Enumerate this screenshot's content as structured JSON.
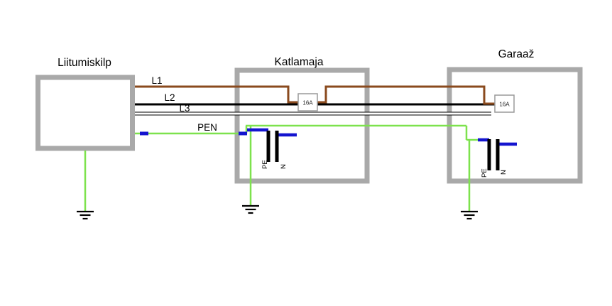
{
  "diagram": {
    "buildings": [
      {
        "label": "Liitumiskilp"
      },
      {
        "label": "Katlamaja"
      },
      {
        "label": "Garaaž"
      }
    ],
    "wires": [
      {
        "label": "L1"
      },
      {
        "label": "L2"
      },
      {
        "label": "L3"
      },
      {
        "label": "PEN"
      }
    ],
    "fuses": [
      {
        "label": "16A"
      },
      {
        "label": "16A"
      }
    ],
    "busbars": [
      {
        "pe": "PE",
        "n": "N"
      },
      {
        "pe": "PE",
        "n": "N"
      }
    ],
    "colors": {
      "building_border": "#a9a9a9",
      "l1_brown": "#8a4a1e",
      "l2_black": "#000000",
      "l3_white": "#ffffff",
      "l3_outline": "#000000",
      "pen_green": "#7de24d",
      "neutral_blue": "#1414cf",
      "busbar_black": "#000000"
    }
  }
}
